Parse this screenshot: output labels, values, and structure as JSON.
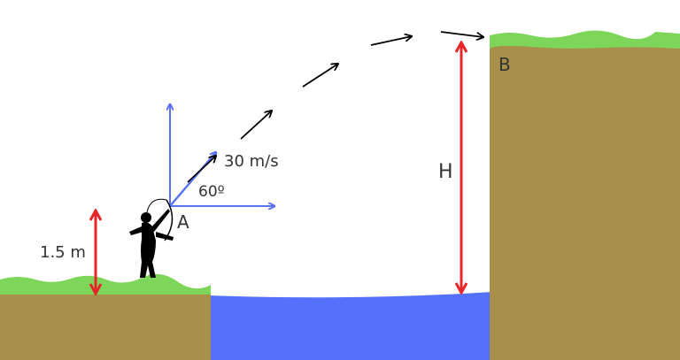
{
  "labels": {
    "point_a": "A",
    "point_b": "B",
    "launch_speed": "30 m/s",
    "launch_angle": "60º",
    "archer_height": "1.5 m",
    "cliff_height": "H"
  },
  "colors": {
    "ground": "#a88f4a",
    "grass": "#7dd65a",
    "water": "#5571fc",
    "axis_arrow": "#5b73f0",
    "dimension_arrow": "#e8262a",
    "trajectory_arrow": "#000000",
    "archer": "#000000"
  }
}
